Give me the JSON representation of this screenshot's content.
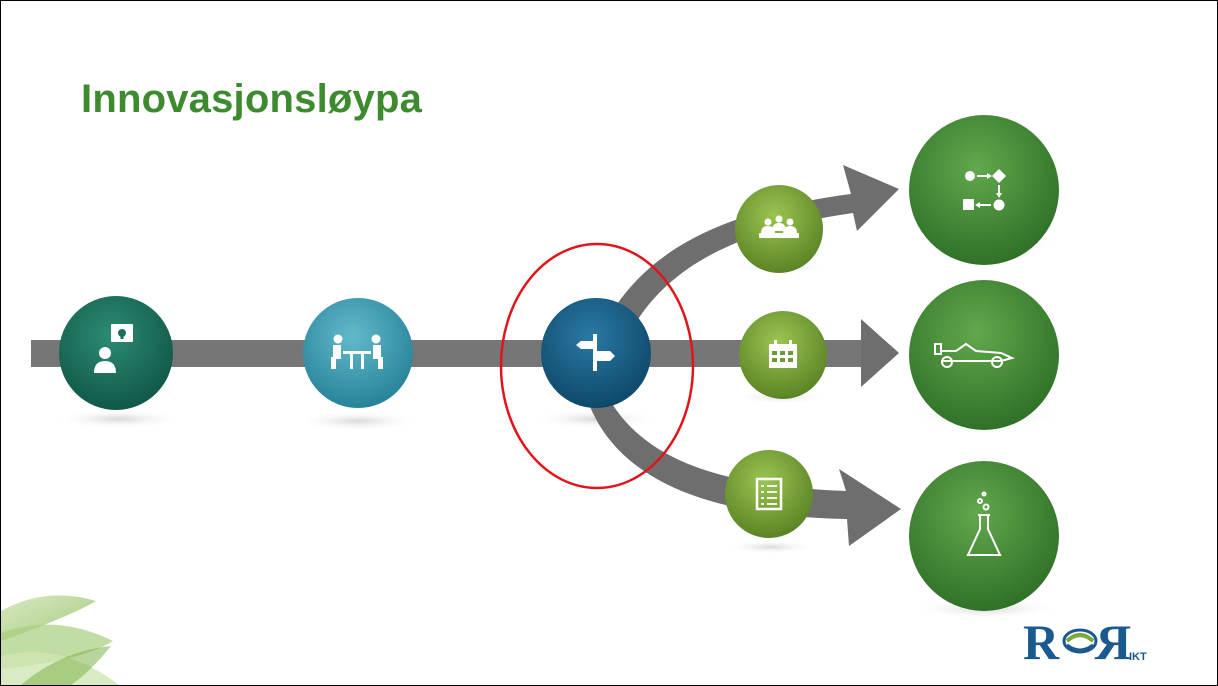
{
  "slide": {
    "title": "Innovasjonsløypa"
  },
  "stages": [
    {
      "icon": "idea-presenter-icon",
      "color": "#1a6f5a"
    },
    {
      "icon": "meeting-table-icon",
      "color": "#3a9ab0"
    },
    {
      "icon": "signpost-icon",
      "color": "#14587e",
      "highlighted": true
    }
  ],
  "branches": [
    {
      "step_icon": "team-meeting-icon",
      "target_icon": "process-flow-icon"
    },
    {
      "step_icon": "calendar-icon",
      "target_icon": "race-car-icon"
    },
    {
      "step_icon": "checklist-icon",
      "target_icon": "lab-flask-icon"
    }
  ],
  "colors": {
    "title": "#3d8a2f",
    "arrow": "#6e6e6e",
    "highlight_ring": "#e0151b",
    "branch_step": "#7aa83b",
    "branch_target": "#3f8a32",
    "logo": "#1b5a8f"
  },
  "logo": {
    "text_left": "R",
    "text_right": "R",
    "suffix": "IKT"
  }
}
